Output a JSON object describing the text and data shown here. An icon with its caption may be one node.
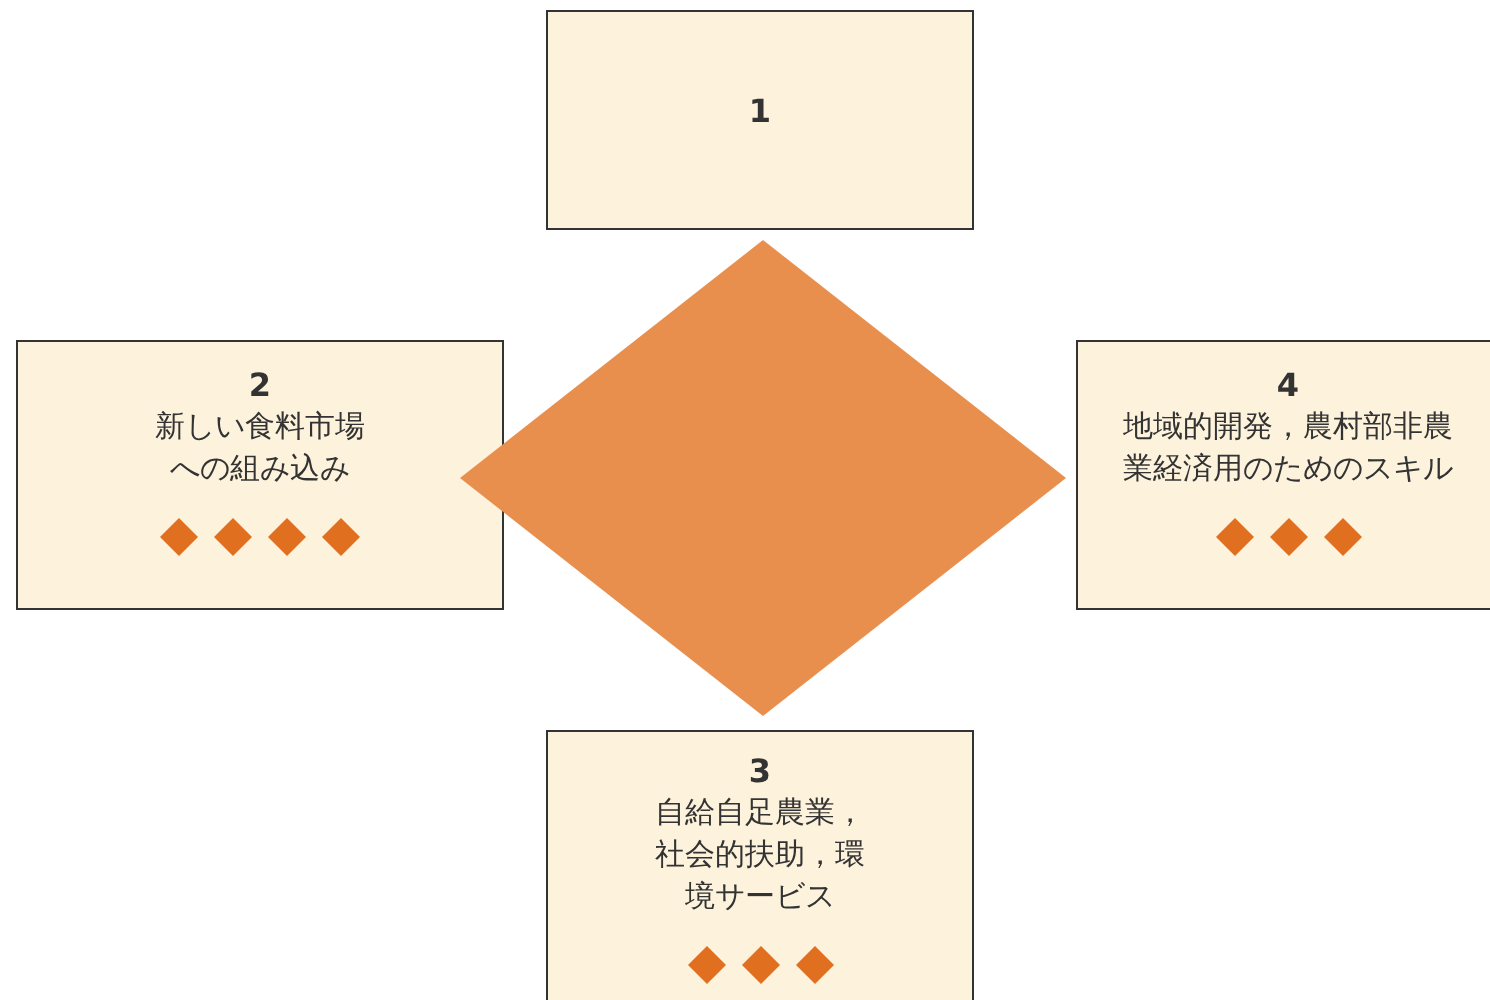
{
  "diagram": {
    "nodes": [
      {
        "text": [
          "1"
        ]
      },
      {
        "text": [
          "2",
          "新しい食料市場への組み込み"
        ]
      },
      {
        "text": [],
        "shape": "diamond"
      },
      {
        "text": [
          "4",
          "地域的開発，農村部非農業経済用のためのスキル"
        ]
      },
      {
        "text": [
          "3",
          "自給自足農業，社会的扶助，環境サービス"
        ]
      }
    ]
  }
}
